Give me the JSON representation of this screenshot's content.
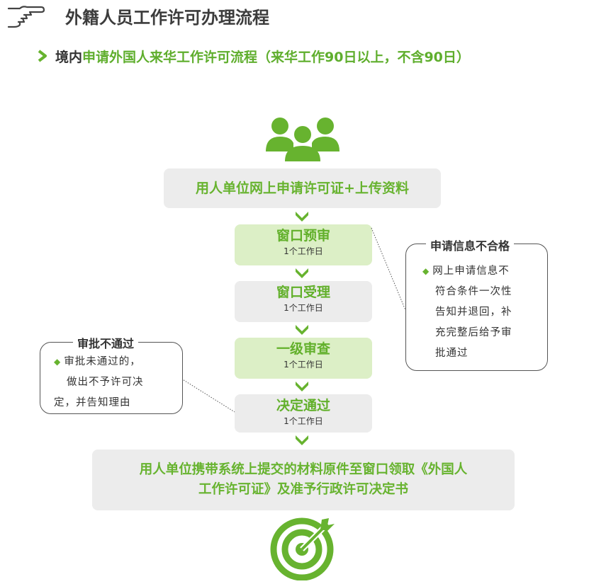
{
  "header": {
    "title": "外籍人员工作许可办理流程",
    "subtitle_prefix": "境内",
    "subtitle_main": "申请外国人来华工作许可流程（来华工作90日以上，不含90日）"
  },
  "flow": {
    "start": "用人单位网上申请许可证+上传资料",
    "steps": [
      {
        "title": "窗口预审",
        "duration": "1个工作日"
      },
      {
        "title": "窗口受理",
        "duration": "1个工作日"
      },
      {
        "title": "一级审查",
        "duration": "1个工作日"
      },
      {
        "title": "决定通过",
        "duration": "1个工作日"
      }
    ],
    "end_line1": "用人单位携带系统上提交的材料原件至窗口领取《外国人",
    "end_line2": "工作许可证》及准予行政许可决定书"
  },
  "side_right": {
    "title": "申请信息不合格",
    "lines": [
      "网上申请信息不",
      "符合条件一次性",
      "告知并退回，补",
      "充完整后给予审",
      "批通过"
    ]
  },
  "side_left": {
    "title": "审批不通过",
    "lines": [
      "审批未通过的，",
      "做出不予许可决",
      "定，并告知理由"
    ]
  },
  "colors": {
    "accent_green": "#67b32f",
    "light_green_box": "#dcefc6",
    "gray_box": "#ececec"
  },
  "icons": {
    "header": "pointing-hand-icon",
    "subtitle": "chevron-right-icon",
    "top": "people-group-icon",
    "bottom": "target-arrow-icon"
  }
}
